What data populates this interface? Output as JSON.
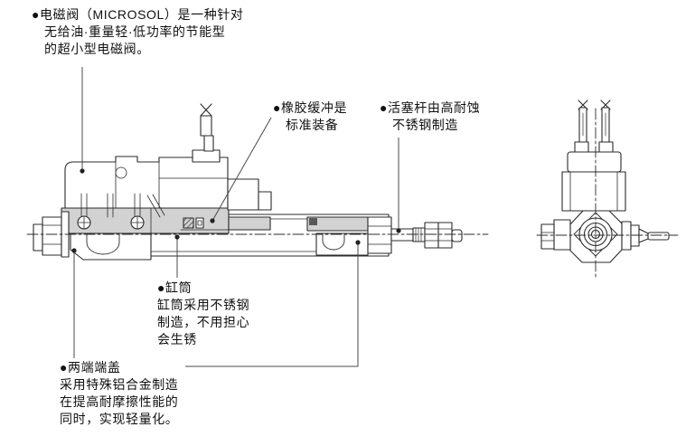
{
  "annotations": {
    "solenoid_valve": {
      "lines": [
        "●电磁阀（MICROSOL）是一种针对",
        "无给油·重量轻·低功率的节能型",
        "的超小型电磁阀。"
      ]
    },
    "rubber_cushion": {
      "lines": [
        "●橡胶缓冲是",
        "标准装备"
      ]
    },
    "piston_rod": {
      "lines": [
        "●活塞杆由高耐蚀",
        "不锈钢制造"
      ]
    },
    "cylinder_tube": {
      "lines": [
        "●缸筒",
        "缸筒采用不锈钢",
        "制造，不用担心",
        "会生锈"
      ]
    },
    "end_caps": {
      "lines": [
        "●两端端盖",
        "采用特殊铝合金制造",
        "在提高耐摩擦性能的",
        "同时，实现轻量化。"
      ]
    }
  },
  "colors": {
    "background": "#ffffff",
    "outline": "#2b2b2b",
    "shaded_fill": "#d2d2d2",
    "dark_fill": "#5a5a5a",
    "leader": "#4a4a4a",
    "text": "#111111"
  }
}
